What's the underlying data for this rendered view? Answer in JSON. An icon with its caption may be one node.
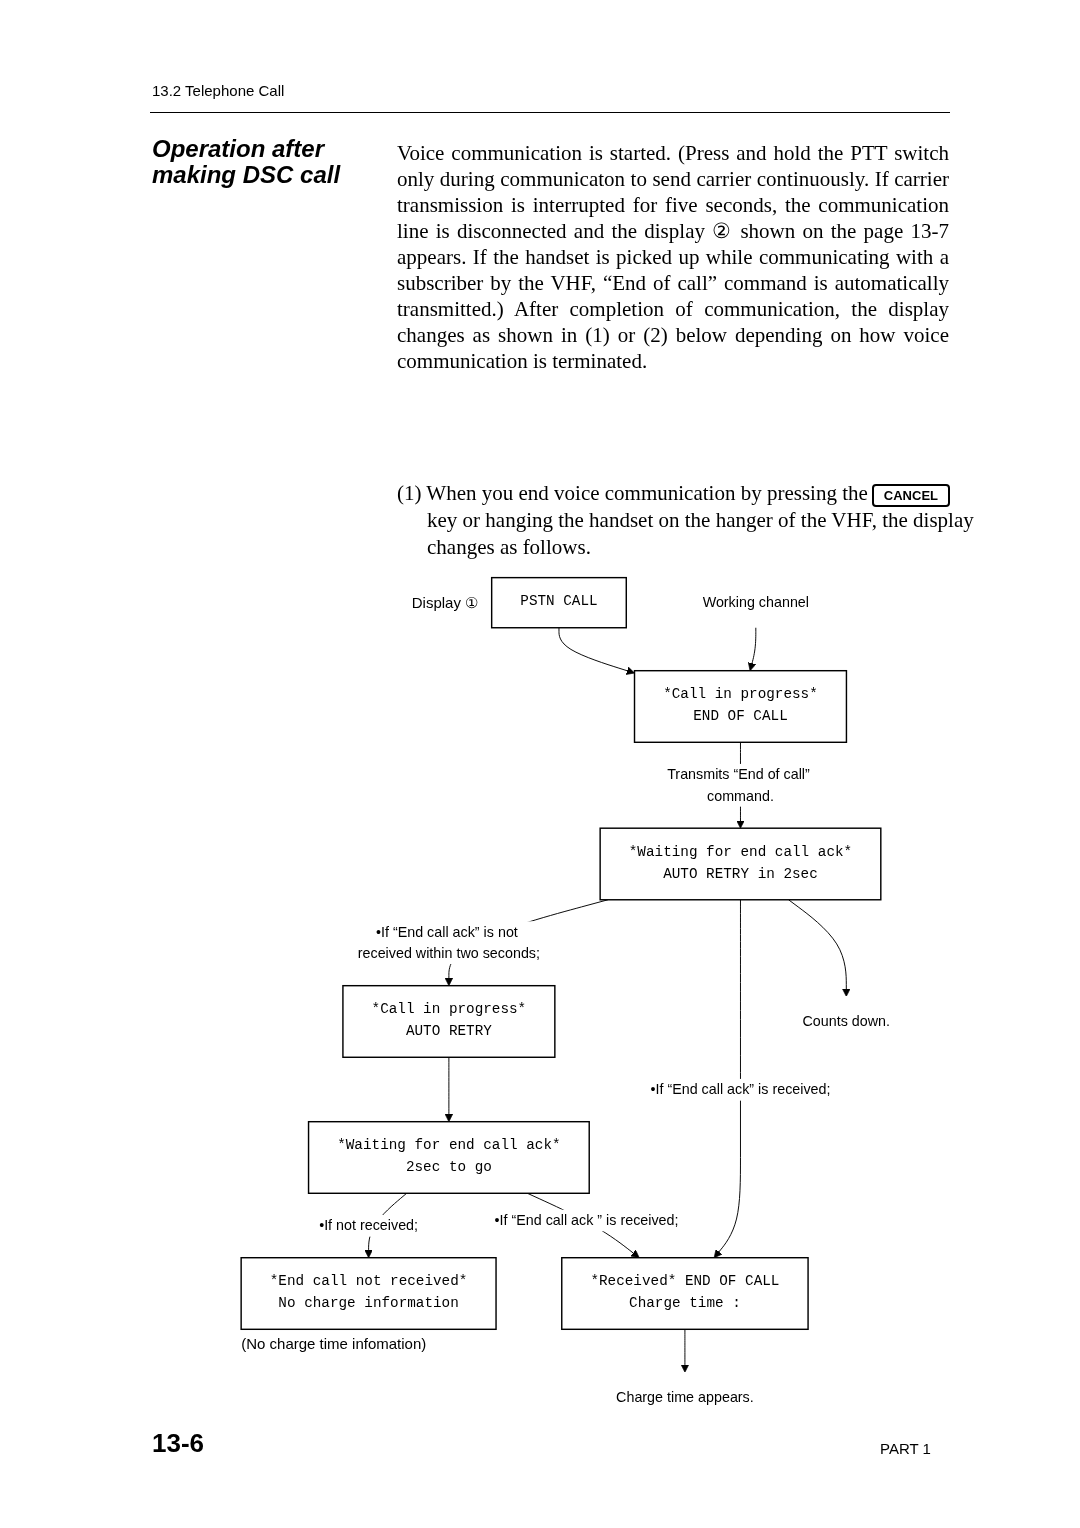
{
  "diagram": {
    "title": "Operation after making DSC call",
    "nodes": [
      {
        "text": [
          "PSTN CALL"
        ],
        "beside": [
          "Display ①"
        ]
      },
      {
        "text": [
          "Working channel"
        ]
      },
      {
        "text": [
          "*Call in progress*",
          "END OF CALL"
        ]
      },
      {
        "text": [
          "*Waiting for end call ack*",
          "AUTO RETRY in 2sec"
        ]
      },
      {
        "text": [
          "Counts down."
        ]
      },
      {
        "text": [
          "*Call in progress*",
          "AUTO RETRY"
        ]
      },
      {
        "text": [
          "*Waiting for end call ack*",
          "2sec to go"
        ]
      },
      {
        "text": [
          "*End call not received*",
          "No charge information"
        ],
        "beside": [
          "(No charge time infomation)"
        ]
      },
      {
        "text": [
          "*Received* END OF CALL",
          "Charge time :"
        ]
      },
      {
        "text": [
          "Charge time appears."
        ]
      }
    ],
    "edges": [
      {
        "from": 0,
        "to": 2,
        "arrow": "to"
      },
      {
        "from": 1,
        "to": 2,
        "arrow": "to"
      },
      {
        "from": 2,
        "to": 3,
        "arrow": "to",
        "label": "Transmits “End of call” command."
      },
      {
        "from": 3,
        "to": 5,
        "arrow": "to",
        "label": "•If “End call ack” is not received within two seconds;"
      },
      {
        "from": 3,
        "to": 8,
        "arrow": "to",
        "label": "•If “End call ack” is received;"
      },
      {
        "from": 3,
        "to": 4,
        "arrow": "to"
      },
      {
        "from": 5,
        "to": 6,
        "arrow": "to"
      },
      {
        "from": 6,
        "to": 7,
        "arrow": "to",
        "label": "•If not received;"
      },
      {
        "from": 6,
        "to": 8,
        "arrow": "to",
        "label": "•If “End call ack ” is received;"
      },
      {
        "from": 8,
        "to": 9,
        "arrow": "to"
      }
    ],
    "labels": [
      "13.2 Telephone Call",
      "Voice communication is started. (Press and hold the PTT switch only during communicaton to send carrier continuously. If carrier transmission is interrupted for five seconds, the communication line is disconnected and the display ② shown on the page 13-7 appears. If the handset is picked up while communicating with a subscriber by the VHF, “End of call” command is automatically transmitted.) After completion of communication, the display changes as shown in (1) or (2) below depending on how voice communication is terminated.",
      "(1) When you end voice communication by pressing the",
      "CANCEL",
      "key or hanging the handset on the hanger of the VHF, the display changes as follows.",
      "13-6",
      "PART 1"
    ]
  }
}
